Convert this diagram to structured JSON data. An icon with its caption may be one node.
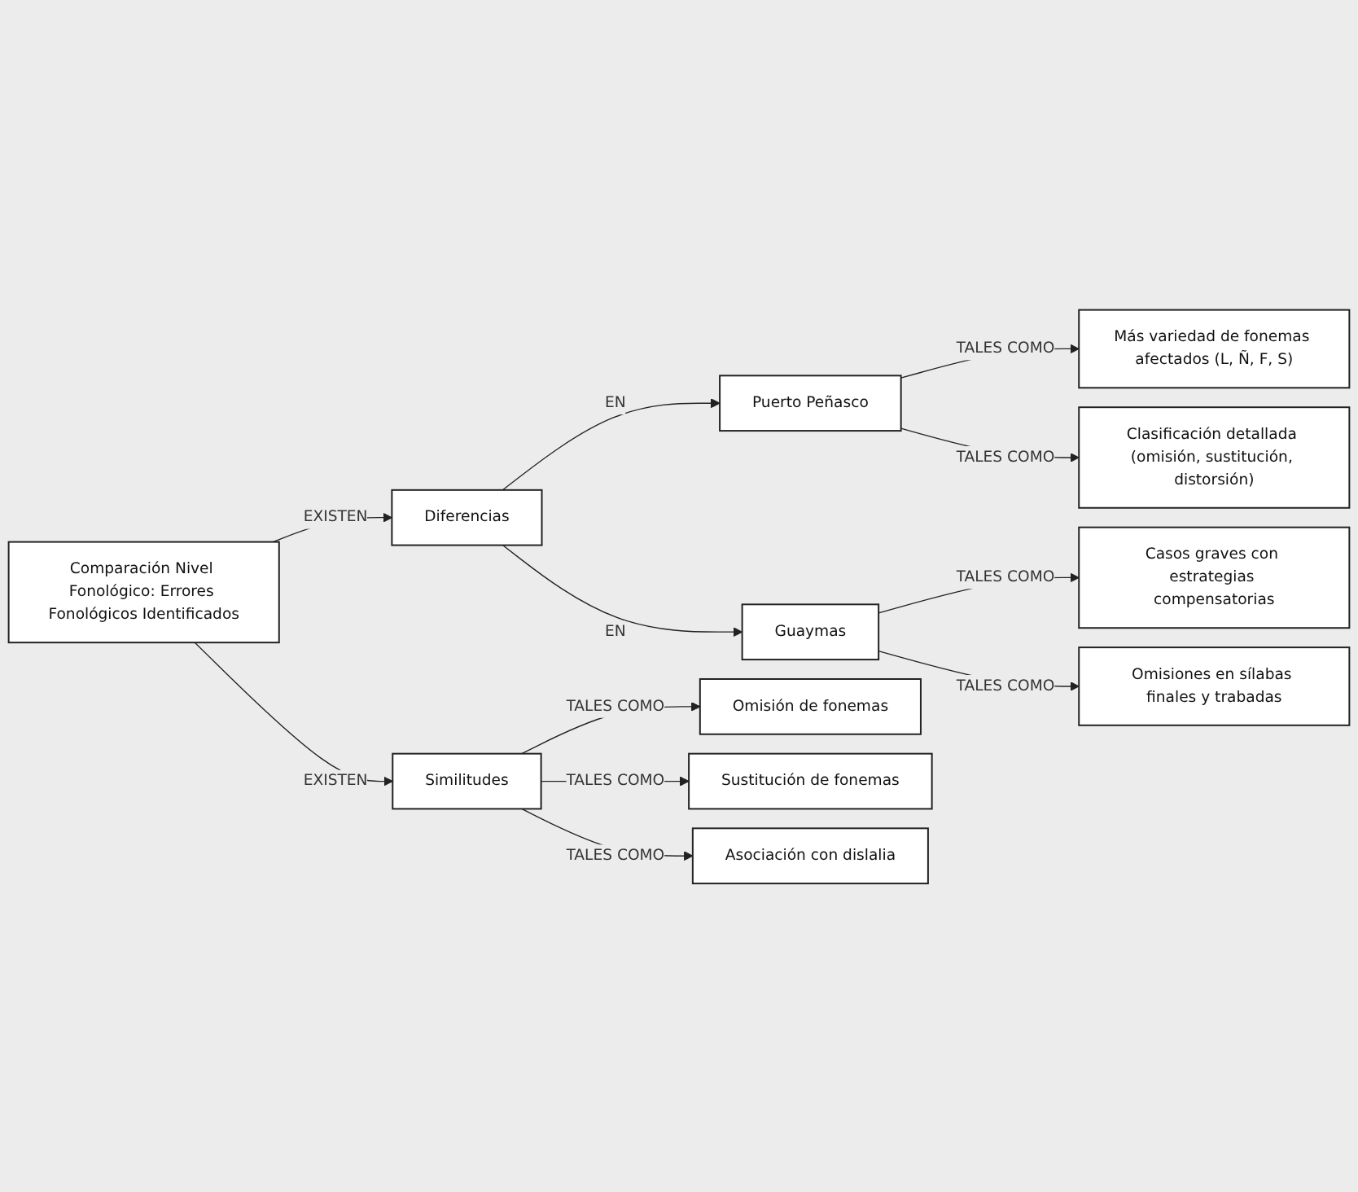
{
  "diagram": {
    "nodes": [
      {
        "text": [
          "Comparación Nivel Fonológico: Errores Fonológicos Identificados"
        ]
      },
      {
        "text": [
          "Diferencias"
        ]
      },
      {
        "text": [
          "Similitudes"
        ]
      },
      {
        "text": [
          "Puerto Peñasco"
        ]
      },
      {
        "text": [
          "Guaymas"
        ]
      },
      {
        "text": [
          "Más variedad de fonemas afectados (L, Ñ, F, S)"
        ]
      },
      {
        "text": [
          "Clasificación detallada (omisión, sustitución, distorsión)"
        ]
      },
      {
        "text": [
          "Casos graves con estrategias compensatorias"
        ]
      },
      {
        "text": [
          "Omisiones en sílabas finales y trabadas"
        ]
      },
      {
        "text": [
          "Omisión de fonemas"
        ]
      },
      {
        "text": [
          "Sustitución de fonemas"
        ]
      },
      {
        "text": [
          "Asociación con dislalia"
        ]
      }
    ],
    "edges": [
      {
        "from": 0,
        "to": 1,
        "arrow": "to",
        "label": "EXISTEN"
      },
      {
        "from": 0,
        "to": 2,
        "arrow": "to",
        "label": "EXISTEN"
      },
      {
        "from": 1,
        "to": 3,
        "arrow": "to",
        "label": "EN"
      },
      {
        "from": 1,
        "to": 4,
        "arrow": "to",
        "label": "EN"
      },
      {
        "from": 3,
        "to": 5,
        "arrow": "to",
        "label": "TALES COMO"
      },
      {
        "from": 3,
        "to": 6,
        "arrow": "to",
        "label": "TALES COMO"
      },
      {
        "from": 4,
        "to": 7,
        "arrow": "to",
        "label": "TALES COMO"
      },
      {
        "from": 4,
        "to": 8,
        "arrow": "to",
        "label": "TALES COMO"
      },
      {
        "from": 2,
        "to": 9,
        "arrow": "to",
        "label": "TALES COMO"
      },
      {
        "from": 2,
        "to": 10,
        "arrow": "to",
        "label": "TALES COMO"
      },
      {
        "from": 2,
        "to": 11,
        "arrow": "to",
        "label": "TALES COMO"
      }
    ]
  }
}
